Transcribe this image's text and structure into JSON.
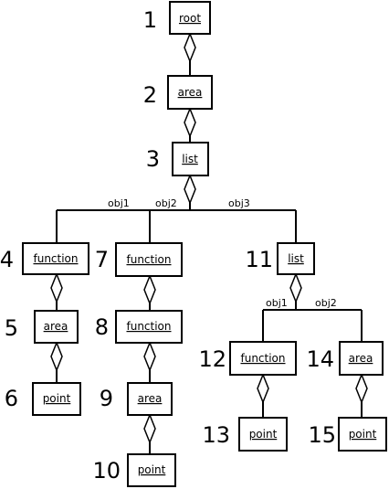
{
  "nodes": [
    {
      "id": "n1",
      "label": "root",
      "number": "1"
    },
    {
      "id": "n2",
      "label": "area",
      "number": "2"
    },
    {
      "id": "n3",
      "label": "list",
      "number": "3"
    },
    {
      "id": "n4",
      "label": "function",
      "number": "4"
    },
    {
      "id": "n5",
      "label": "area",
      "number": "5"
    },
    {
      "id": "n6",
      "label": "point",
      "number": "6"
    },
    {
      "id": "n7",
      "label": "function",
      "number": "7"
    },
    {
      "id": "n8",
      "label": "function",
      "number": "8"
    },
    {
      "id": "n9",
      "label": "area",
      "number": "9"
    },
    {
      "id": "n10",
      "label": "point",
      "number": "10"
    },
    {
      "id": "n11",
      "label": "list",
      "number": "11"
    },
    {
      "id": "n12",
      "label": "function",
      "number": "12"
    },
    {
      "id": "n13",
      "label": "point",
      "number": "13"
    },
    {
      "id": "n14",
      "label": "area",
      "number": "14"
    },
    {
      "id": "n15",
      "label": "point",
      "number": "15"
    }
  ],
  "edge_labels": {
    "list3_obj1": "obj1",
    "list3_obj2": "obj2",
    "list3_obj3": "obj3",
    "list11_obj1": "obj1",
    "list11_obj2": "obj2"
  }
}
